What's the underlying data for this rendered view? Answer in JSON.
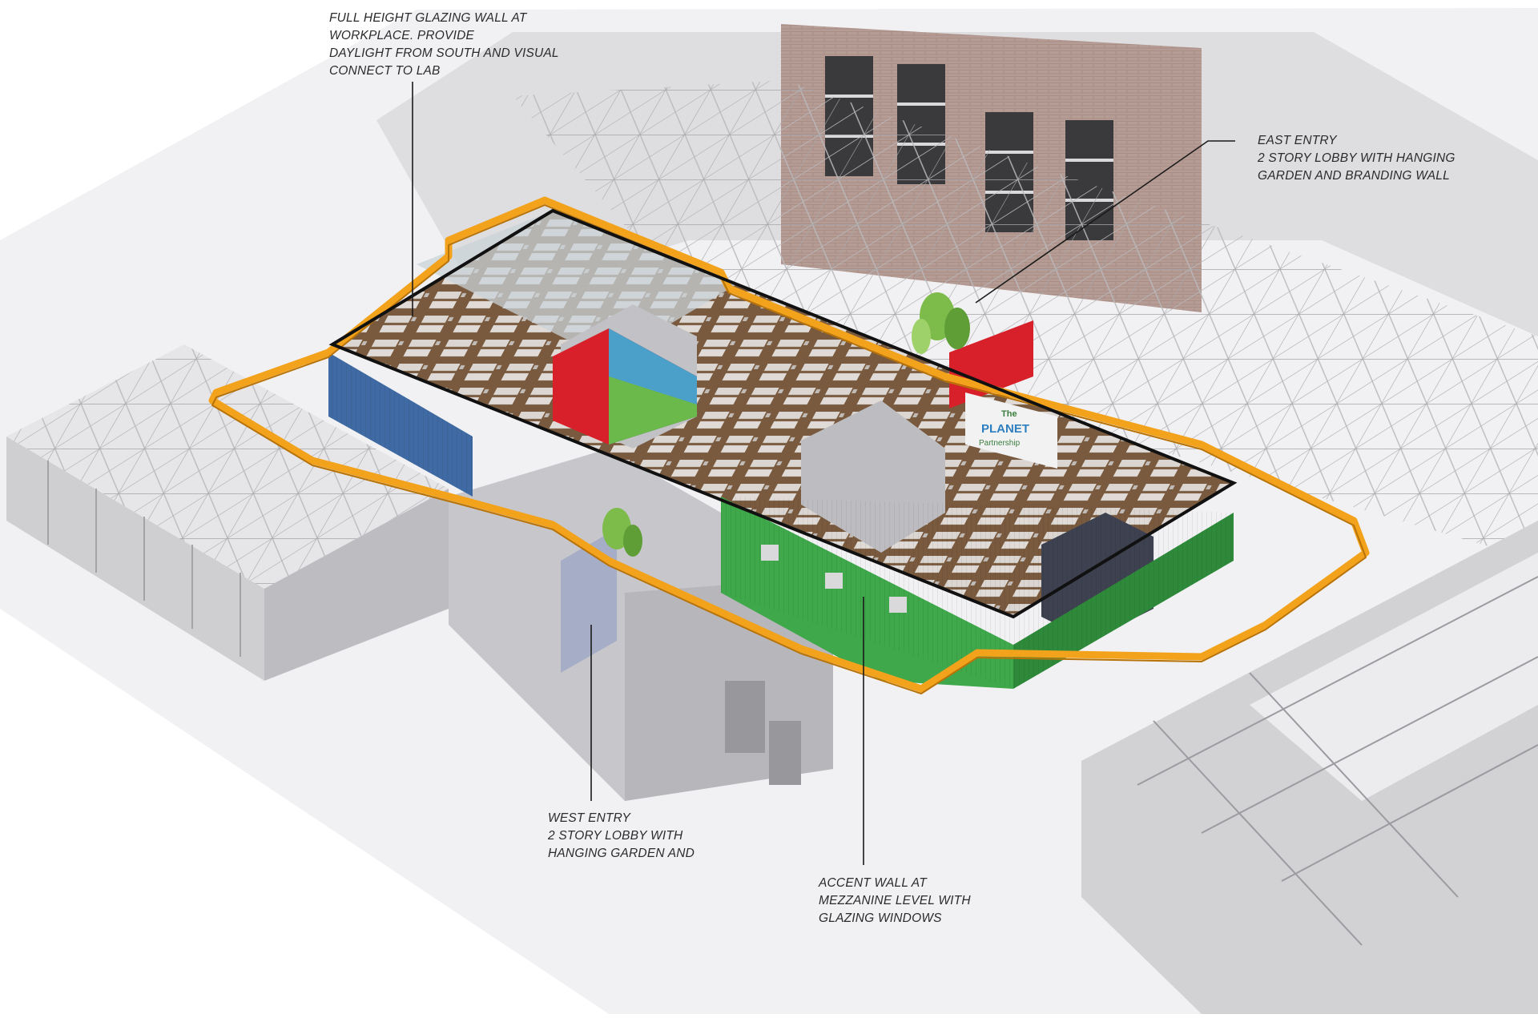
{
  "annotations": {
    "full_height_glazing": {
      "lines": [
        "FULL HEIGHT GLAZING WALL AT",
        "WORKPLACE.  PROVIDE",
        "DAYLIGHT FROM SOUTH AND VISUAL",
        "CONNECT TO LAB"
      ]
    },
    "east_entry": {
      "lines": [
        "EAST ENTRY",
        "2 STORY LOBBY WITH HANGING",
        "GARDEN AND BRANDING WALL"
      ]
    },
    "west_entry": {
      "lines": [
        "WEST ENTRY",
        "2 STORY LOBBY WITH",
        "HANGING GARDEN AND"
      ]
    },
    "accent_wall": {
      "lines": [
        "ACCENT WALL AT",
        "MEZZANINE LEVEL WITH",
        "GLAZING WINDOWS"
      ]
    }
  },
  "branding_wall": {
    "lines": [
      "The",
      "PLANET",
      "Partnership"
    ]
  },
  "colors": {
    "circulation_path": "#f2a21b",
    "accent_blue": "#3f6aa3",
    "accent_green": "#3ea84a",
    "accent_red": "#d8202a",
    "brick": "#b39a92",
    "structure": "#d4d4d6",
    "floor_wood": "#7a5a3e",
    "outline": "#111111"
  }
}
